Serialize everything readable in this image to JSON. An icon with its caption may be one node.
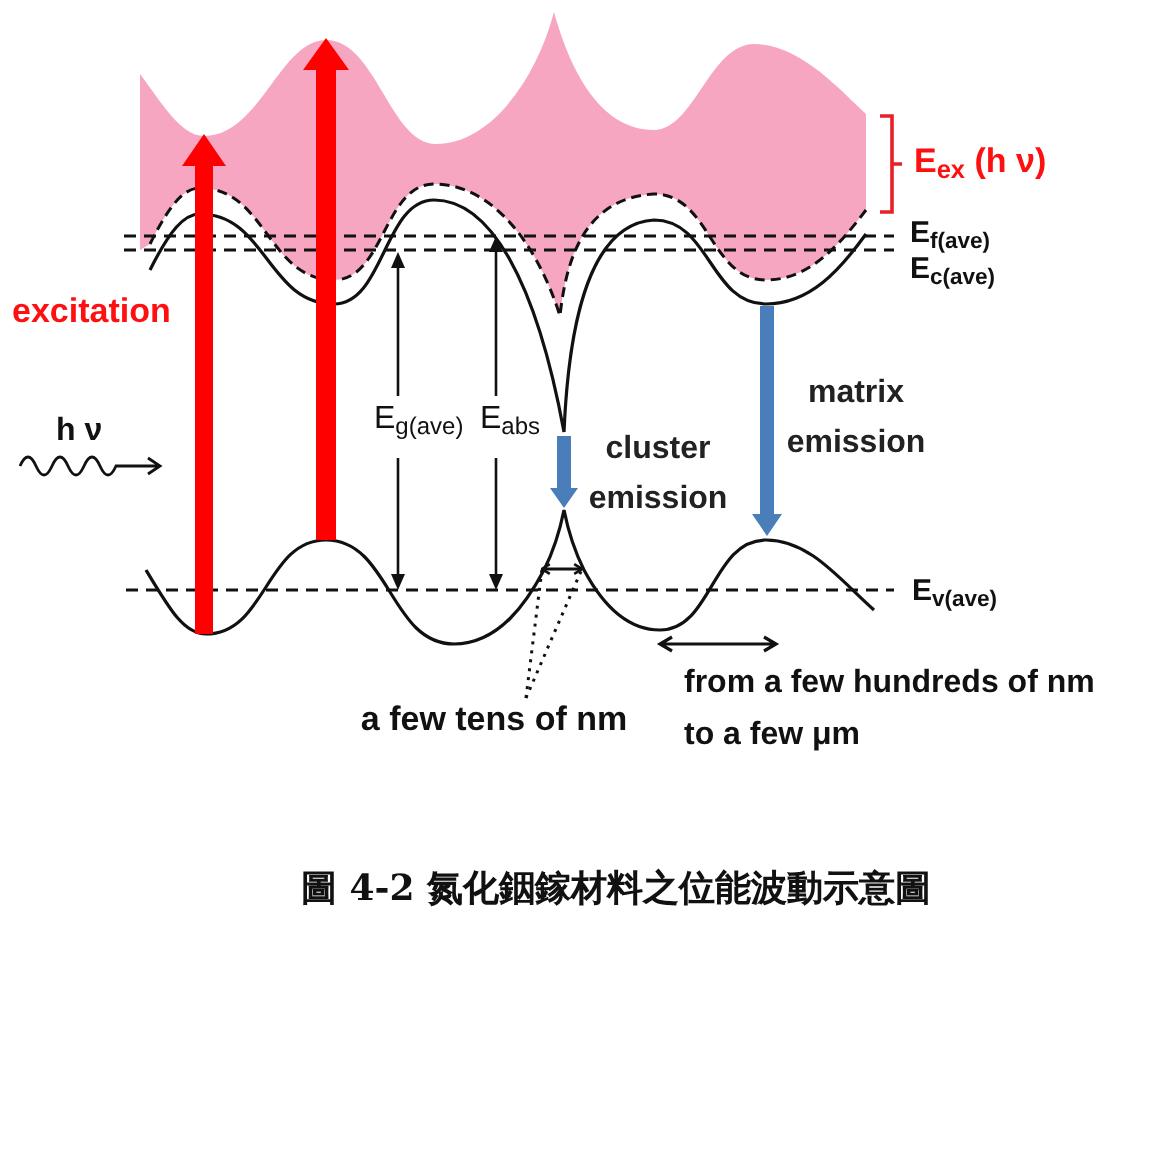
{
  "diagram": {
    "caption": "圖 4-2 氮化銦鎵材料之位能波動示意圖",
    "nodes": [
      {
        "text": [
          "a few tens of nm"
        ]
      },
      {
        "text": [],
        "shape": "line"
      }
    ],
    "edges": [
      {
        "from": 0,
        "to": 1,
        "arrow": "to"
      },
      {
        "from": 0,
        "to": 1,
        "arrow": "to"
      }
    ],
    "labels": [
      "E$_{ex}$ (h ν)",
      "E$_{f(ave)}$",
      "E$_{c(ave)}$",
      "excitation",
      "E$_{g(ave)}$",
      "E$_{abs}$",
      "matrix emission",
      "h ν",
      "cluster emission",
      "E$_{v(ave)}$",
      "from a few hundreds of nm to a few μm"
    ]
  }
}
